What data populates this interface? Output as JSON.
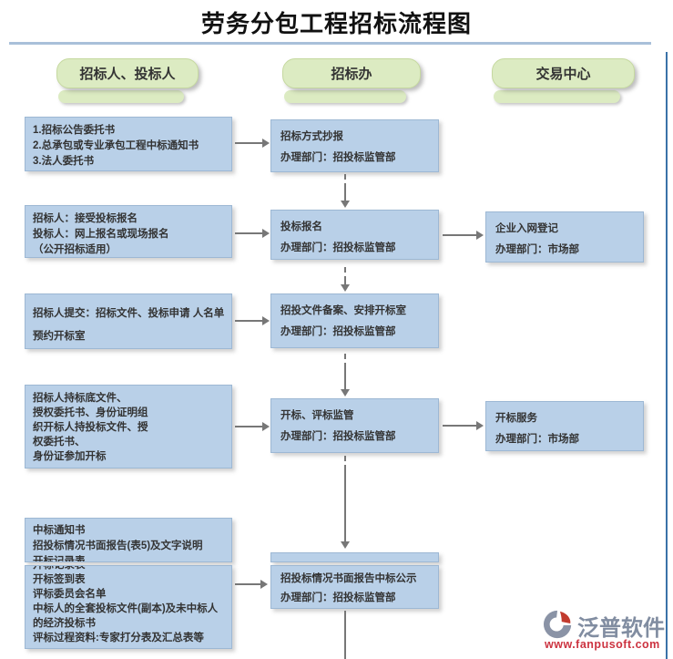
{
  "title": "劳务分包工程招标流程图",
  "headers": {
    "bidders": "招标人、投标人",
    "tender_office": "招标办",
    "trading_center": "交易中心"
  },
  "boxes": {
    "l1": {
      "lines": [
        "1.招标公告委托书",
        "2.总承包或专业承包工程中标通知书",
        "3.法人委托书"
      ]
    },
    "l2": {
      "lines": [
        "招标人：接受投标报名",
        "投标人：网上报名或现场报名",
        "（公开招标适用）"
      ]
    },
    "l3": {
      "lines": [
        "招标人提交：招标文件、投标申请 人名单",
        "预约开标室"
      ]
    },
    "l4": {
      "lines": [
        "招标人持标底文件、",
        "授权委托书、身份证明组",
        "织开标人持投标文件、授",
        "权委托书、",
        "身份证参加开标"
      ]
    },
    "l5a": {
      "lines": [
        "中标通知书",
        "招投标情况书面报告(表5)及文字说明",
        "开标记录表"
      ]
    },
    "l5b": {
      "lines": [
        "开标记录表",
        "开标签到表",
        "评标委员会名单",
        "中标人的全套投标文件(副本)及未中标人",
        "的经济投标书",
        "评标过程资料:专家打分表及汇总表等"
      ]
    },
    "m1": {
      "lines": [
        "招标方式抄报",
        "办理部门：招投标监管部"
      ]
    },
    "m2": {
      "lines": [
        "投标报名",
        "办理部门：招投标监管部"
      ]
    },
    "m3": {
      "lines": [
        "招投文件备案、安排开标室",
        "办理部门：招投标监管部"
      ]
    },
    "m4": {
      "lines": [
        "开标、评标监管",
        "办理部门：招投标监管部"
      ]
    },
    "m5": {
      "lines": [
        "招投标情况书面报告中标公示",
        "办理部门：招投标监管部"
      ]
    },
    "r1": {
      "lines": [
        "企业入网登记",
        "办理部门：市场部"
      ]
    },
    "r2": {
      "lines": [
        "开标服务",
        "办理部门：市场部"
      ]
    }
  },
  "logo": {
    "name": "泛普软件",
    "url": "www.fanpusoft.com"
  },
  "colors": {
    "box_fill": "#b9d0e8",
    "box_border": "#9db8d4",
    "header_fill": "#dcebc2",
    "header_border": "#c6d9a0",
    "divider": "#a9c0da",
    "frame": "#3a72a8",
    "arrow": "#777777",
    "text": "#333333",
    "logo_text": "#818da1",
    "logo_red": "#c23b2e",
    "url": "#cc3340"
  }
}
